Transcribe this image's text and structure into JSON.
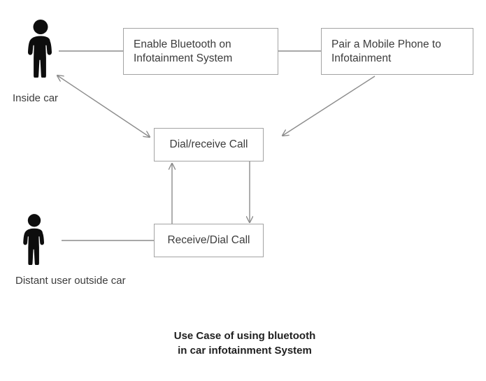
{
  "diagram": {
    "title": "Use Case of using bluetooth\nin car infotainment System",
    "background_color": "#ffffff",
    "box_border_color": "#a3a3a3",
    "edge_color": "#8c8c8c",
    "text_color": "#3c3c3c",
    "actor_color": "#0d0d0d",
    "actors": [
      {
        "id": "inside-car-actor",
        "icon": "person-icon",
        "caption": "Inside car"
      },
      {
        "id": "distant-user-actor",
        "icon": "person-icon",
        "caption": "Distant user outside car"
      }
    ],
    "nodes": [
      {
        "id": "enable-bluetooth",
        "label": "Enable Bluetooth on\nInfotainment System"
      },
      {
        "id": "pair-mobile-phone",
        "label": "Pair a Mobile Phone to\nInfotainment"
      },
      {
        "id": "dial-receive-call",
        "label": "Dial/receive Call"
      },
      {
        "id": "receive-dial-call",
        "label": "Receive/Dial Call"
      }
    ],
    "edges": [
      {
        "id": "inside-car-to-enable-bluetooth",
        "from": "inside-car-actor",
        "to": "enable-bluetooth",
        "arrow": "none"
      },
      {
        "id": "enable-bluetooth-to-pair-mobile-phone",
        "from": "enable-bluetooth",
        "to": "pair-mobile-phone",
        "arrow": "none"
      },
      {
        "id": "inside-car-to-dial-receive-call",
        "from": "inside-car-actor",
        "to": "dial-receive-call",
        "arrow": "both"
      },
      {
        "id": "pair-mobile-phone-to-dial-receive-call",
        "from": "pair-mobile-phone",
        "to": "dial-receive-call",
        "arrow": "end"
      },
      {
        "id": "receive-dial-to-dial-receive",
        "from": "receive-dial-call",
        "to": "dial-receive-call",
        "arrow": "end"
      },
      {
        "id": "dial-receive-to-receive-dial",
        "from": "dial-receive-call",
        "to": "receive-dial-call",
        "arrow": "end"
      },
      {
        "id": "distant-user-to-receive-dial-call",
        "from": "distant-user-actor",
        "to": "receive-dial-call",
        "arrow": "none"
      }
    ]
  }
}
